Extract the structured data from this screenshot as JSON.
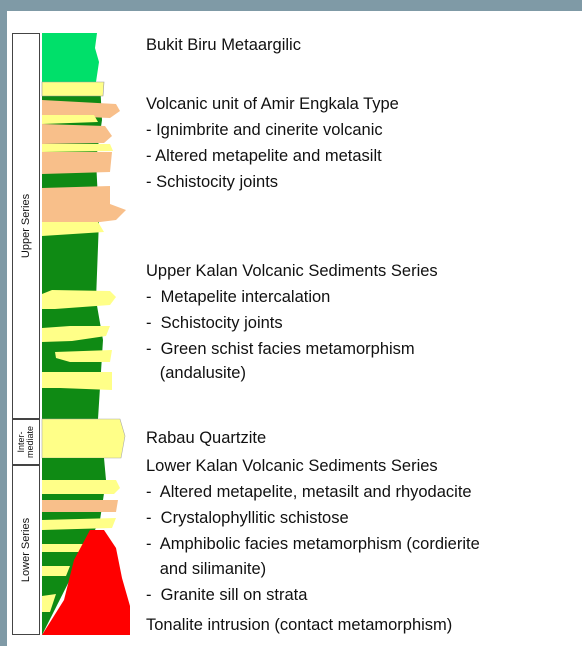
{
  "series_labels": {
    "upper": "Upper Series",
    "intermediate": "Inter-\nmediate",
    "lower": "Lower Series"
  },
  "colors": {
    "metaargilic_green": "#00e06a",
    "dark_green": "#0f8a14",
    "yellow": "#ffff88",
    "salmon": "#f8bf8a",
    "red": "#ff0000",
    "frame": "#7f9aa6"
  },
  "notes": [
    "Bukit Biru Metaargilic",
    "Volcanic unit of Amir Engkala Type",
    "- Ignimbrite and cinerite volcanic",
    "- Altered metapelite and metasilt",
    "- Schistocity joints",
    "Upper Kalan Volcanic Sediments Series",
    "-  Metapelite intercalation",
    "-  Schistocity joints",
    "-  Green schist facies metamorphism",
    "   (andalusite)",
    "Rabau Quartzite",
    "Lower Kalan Volcanic Sediments Series",
    "-  Altered metapelite, metasilt and rhyodacite",
    "-  Crystalophyllitic schistose",
    "-  Amphibolic facies metamorphism (cordierite",
    "   and silimanite)",
    "-  Granite sill on strata",
    "Tonalite intrusion (contact metamorphism)"
  ]
}
